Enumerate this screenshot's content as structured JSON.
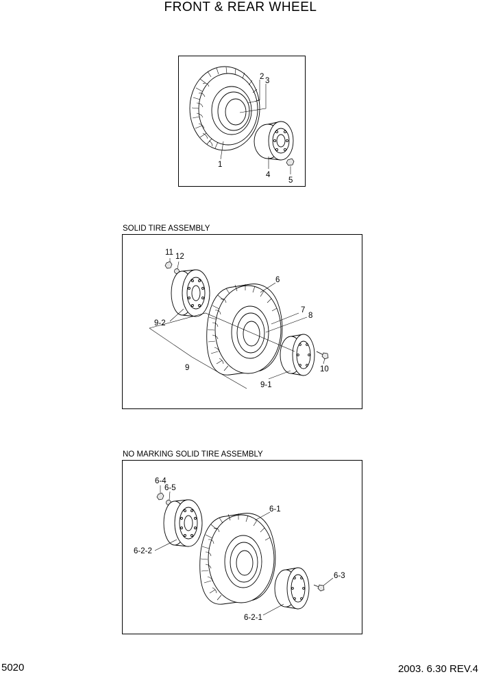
{
  "title": "FRONT & REAR WHEEL",
  "sections": {
    "top": {
      "callouts": {
        "c1": "1",
        "c2": "2",
        "c3": "3",
        "c4": "4",
        "c5": "5"
      }
    },
    "solid": {
      "caption": "SOLID TIRE ASSEMBLY",
      "callouts": {
        "c6": "6",
        "c7": "7",
        "c8": "8",
        "c9": "9",
        "c9_1": "9-1",
        "c9_2": "9-2",
        "c10": "10",
        "c11": "11",
        "c12": "12"
      }
    },
    "nomark": {
      "caption": "NO MARKING SOLID TIRE ASSEMBLY",
      "callouts": {
        "c6_1": "6-1",
        "c6_2_1": "6-2-1",
        "c6_2_2": "6-2-2",
        "c6_3": "6-3",
        "c6_4": "6-4",
        "c6_5": "6-5"
      }
    }
  },
  "footer": {
    "page": "5020",
    "revision": "2003. 6.30 REV.4"
  }
}
